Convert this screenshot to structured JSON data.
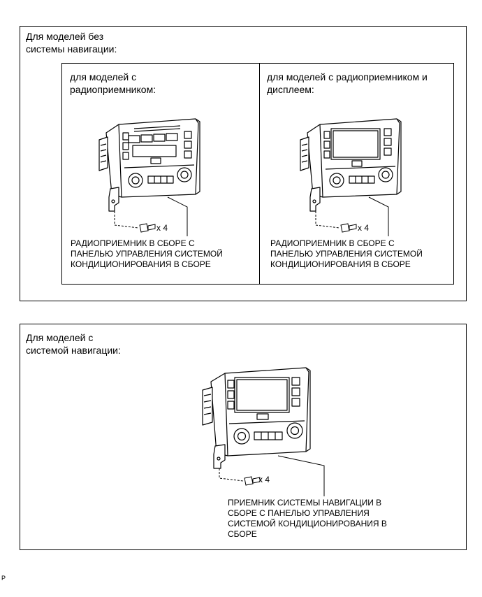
{
  "top_panel": {
    "title": "Для моделей без\nсистемы навигации:",
    "left_cell": {
      "heading": "для моделей с\nрадиоприемником:",
      "quantity": "x 4",
      "caption": "РАДИОПРИЕМНИК В СБОРЕ С\nПАНЕЛЬЮ УПРАВЛЕНИЯ СИСТЕМОЙ\nКОНДИЦИОНИРОВАНИЯ В СБОРЕ"
    },
    "right_cell": {
      "heading": "для моделей с радиоприемником и\nдисплеем:",
      "quantity": "x 4",
      "caption": "РАДИОПРИЕМНИК В СБОРЕ С\nПАНЕЛЬЮ УПРАВЛЕНИЯ СИСТЕМОЙ\nКОНДИЦИОНИРОВАНИЯ В СБОРЕ"
    }
  },
  "bottom_panel": {
    "title": "Для моделей с\nсистемой навигации:",
    "quantity": "x 4",
    "caption": "ПРИЕМНИК СИСТЕМЫ НАВИГАЦИИ В\nСБОРЕ С ПАНЕЛЬЮ УПРАВЛЕНИЯ\nСИСТЕМОЙ КОНДИЦИОНИРОВАНИЯ В\nСБОРЕ"
  },
  "footer": {
    "code": "P"
  },
  "illustrations": {
    "left": "radio-receiver-assembly-icon",
    "right": "radio-receiver-display-assembly-icon",
    "bottom": "navigation-receiver-assembly-icon"
  }
}
